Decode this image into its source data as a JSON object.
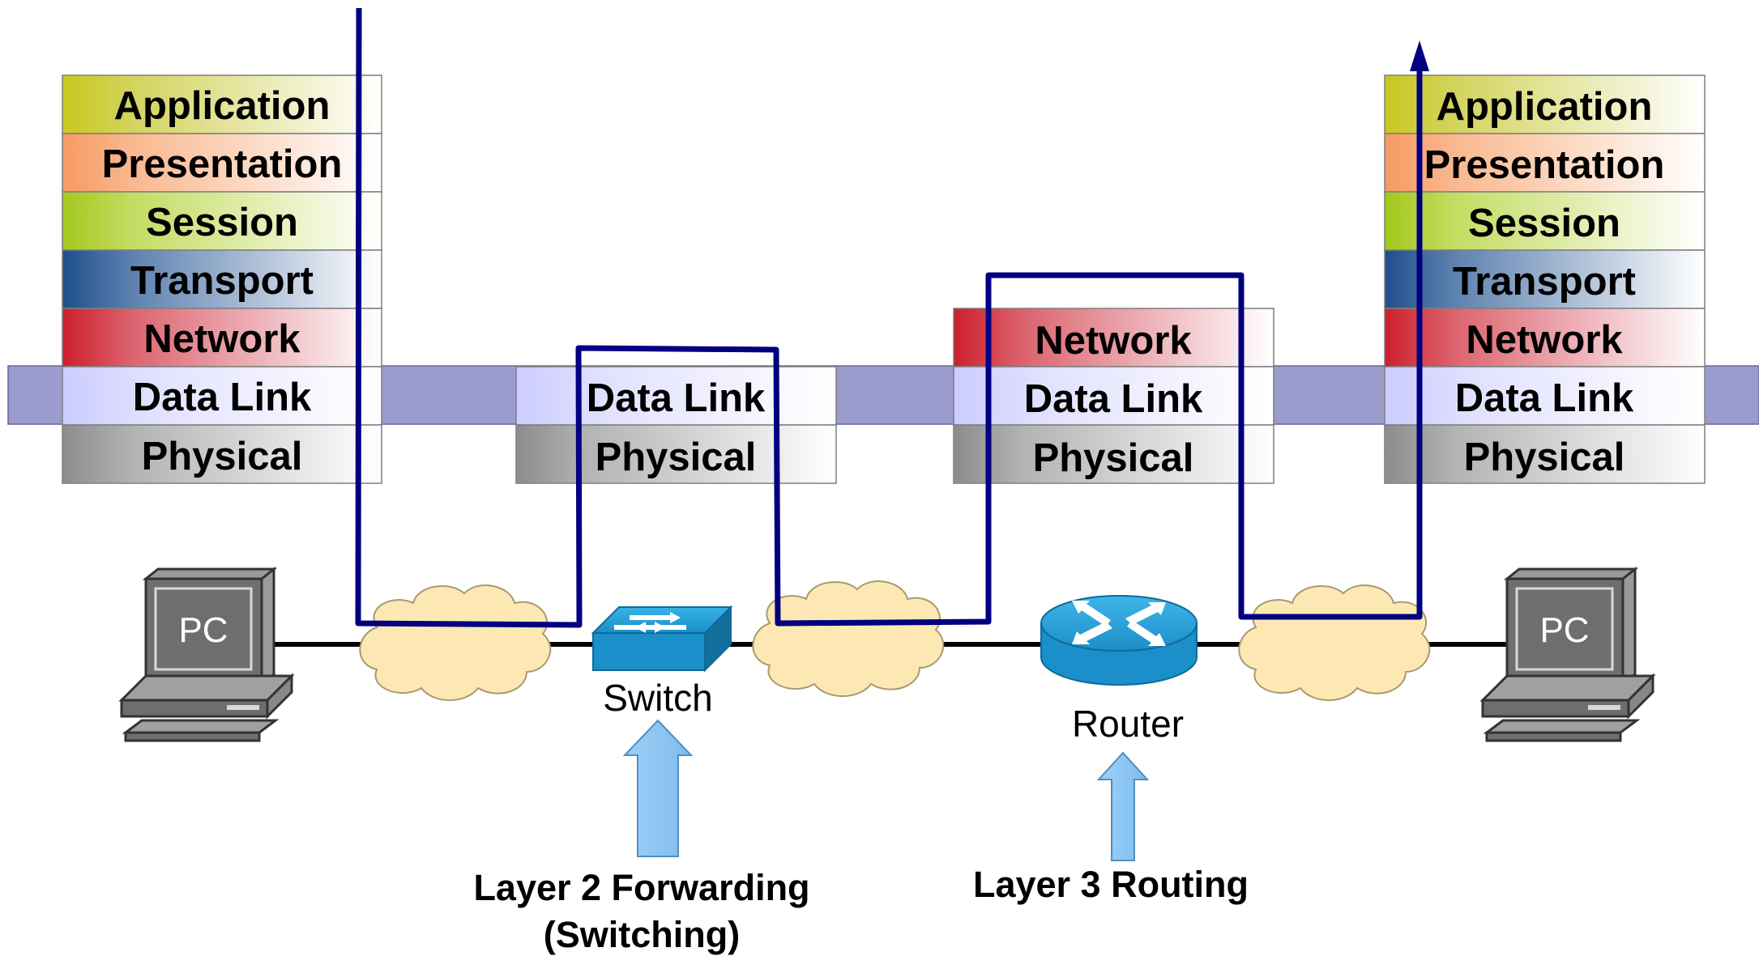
{
  "osi_layers": {
    "application": "Application",
    "presentation": "Presentation",
    "session": "Session",
    "transport": "Transport",
    "network": "Network",
    "data_link": "Data Link",
    "physical": "Physical"
  },
  "layer_colors": {
    "application": "#c8c81e",
    "presentation": "#f79a62",
    "session": "#a3c81c",
    "transport": "#1f4e8c",
    "network": "#cc1f2b",
    "data_link": "#ccccff",
    "physical": "#8c8c8c"
  },
  "band_color": "#9b9bcd",
  "path_color": "#000080",
  "devices": {
    "pc_left": "PC",
    "pc_right": "PC",
    "switch": "Switch",
    "router": "Router"
  },
  "captions": {
    "switch_line1": "Layer 2 Forwarding",
    "switch_line2": "(Switching)",
    "router": "Layer 3 Routing"
  },
  "icons": [
    "pc-icon",
    "cloud-icon",
    "switch-icon",
    "router-icon",
    "up-arrow-icon"
  ]
}
